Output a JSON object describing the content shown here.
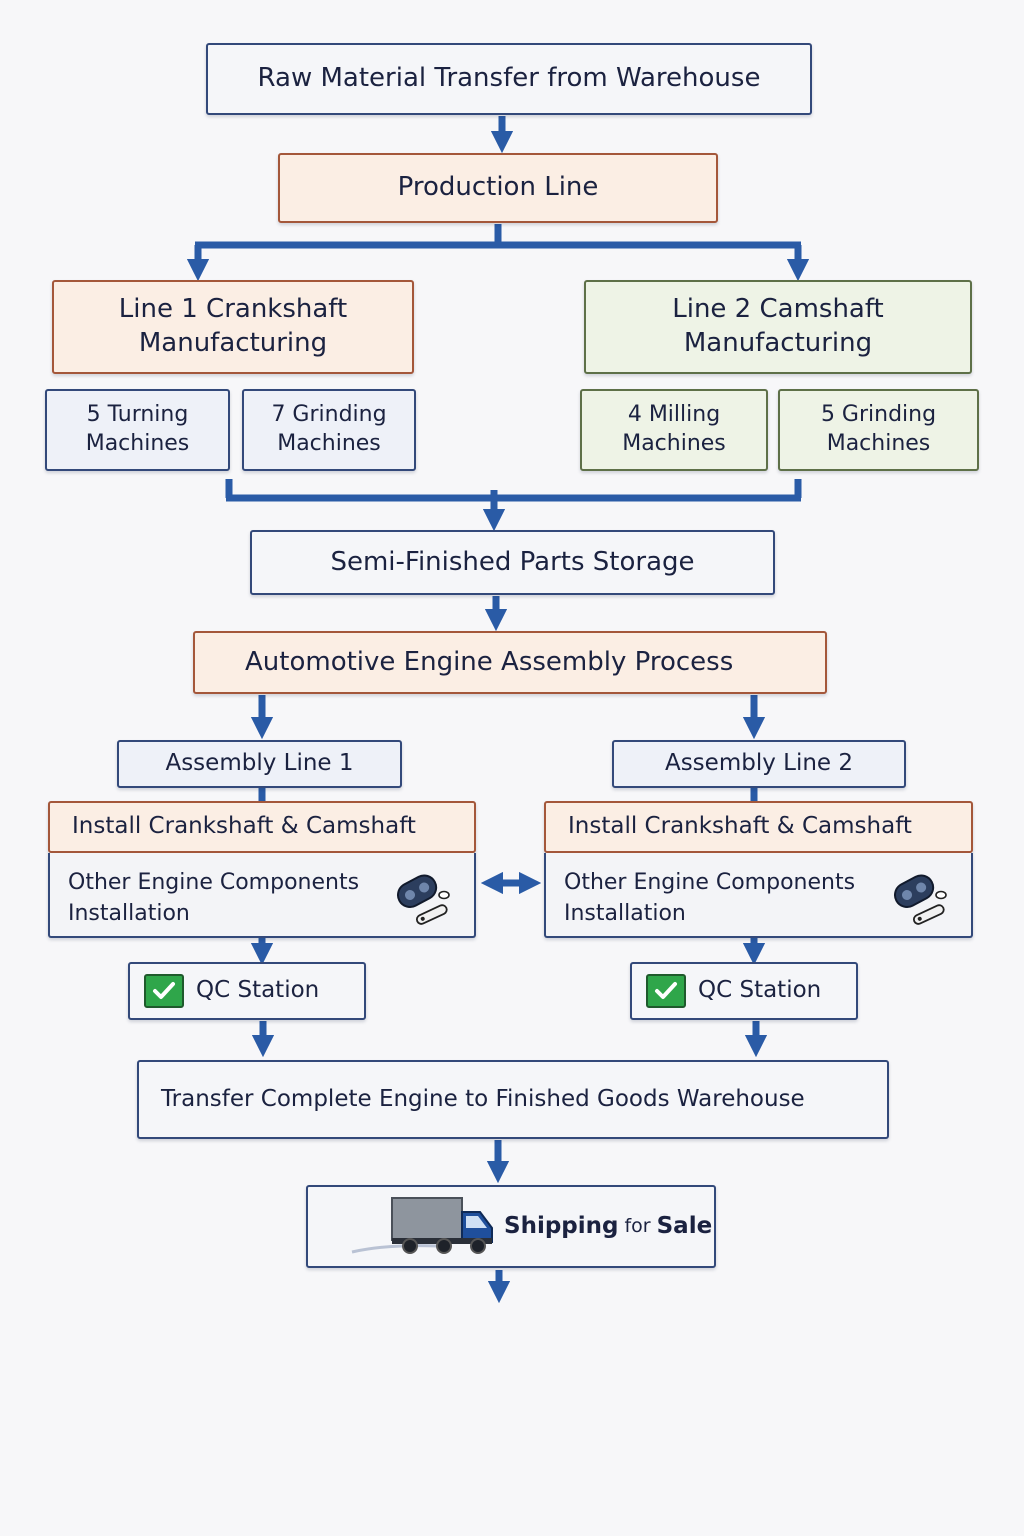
{
  "nodes": {
    "raw_material": "Raw Material Transfer from Warehouse",
    "production_line": "Production Line",
    "line1": {
      "title": "Line 1 Crankshaft",
      "subtitle": "Manufacturing"
    },
    "line2": {
      "title": "Line 2 Camshaft",
      "subtitle": "Manufacturing"
    },
    "line1_machines": [
      {
        "count_label": "5 Turning",
        "unit": "Machines"
      },
      {
        "count_label": "7 Grinding",
        "unit": "Machines"
      }
    ],
    "line2_machines": [
      {
        "count_label": "4 Milling",
        "unit": "Machines"
      },
      {
        "count_label": "5 Grinding",
        "unit": "Machines"
      }
    ],
    "semi_finished": "Semi-Finished Parts Storage",
    "assembly_process": "Automotive Engine Assembly Process",
    "assembly_lines": [
      {
        "label": "Assembly Line 1",
        "install_step": "Install Crankshaft & Camshaft",
        "components_step": {
          "line1": "Other Engine Components",
          "line2": "Installation"
        },
        "qc": "QC Station"
      },
      {
        "label": "Assembly Line 2",
        "install_step": "Install Crankshaft & Camshaft",
        "components_step": {
          "line1": "Other Engine Components",
          "line2": "Installation"
        },
        "qc": "QC Station"
      }
    ],
    "transfer_finished": "Transfer Complete Engine to Finished Goods Warehouse",
    "shipping": {
      "word1": "Shipping",
      "word2": "for",
      "word3": "Sale"
    }
  },
  "icons": {
    "components": "engine-parts-icon",
    "qc": "checkmark-icon",
    "shipping": "delivery-truck-icon",
    "between_lines": "double-arrow-icon"
  },
  "colors": {
    "arrow": "#2a5ba6",
    "border_blue": "#33497a",
    "peach_fill": "#fbeee4",
    "peach_border": "#a4573a",
    "green_fill": "#eef3e6",
    "green_border": "#5e7048",
    "check_green": "#2fa64a"
  }
}
